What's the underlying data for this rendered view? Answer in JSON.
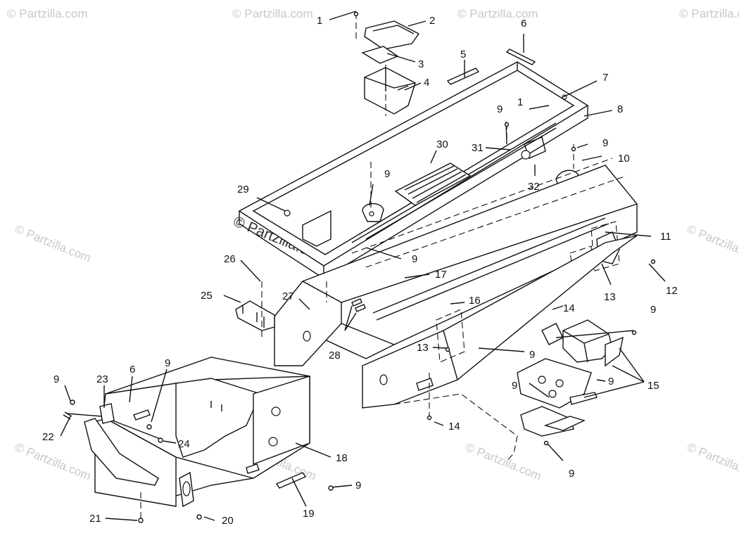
{
  "watermark": {
    "text": "© Partzilla.com",
    "center_text": "© Partzilla.com"
  },
  "callouts": {
    "c1a": "1",
    "c2": "2",
    "c3": "3",
    "c4": "4",
    "c5": "5",
    "c6a": "6",
    "c7": "7",
    "c8": "8",
    "c1b": "1",
    "c9a": "9",
    "c30": "30",
    "c31": "31",
    "c9b": "9",
    "c10": "10",
    "c9c": "9",
    "c32": "32",
    "c29": "29",
    "c11": "11",
    "c9d": "9",
    "c17": "17",
    "c26": "26",
    "c12": "12",
    "c13a": "13",
    "c25": "25",
    "c27": "27",
    "c14a": "14",
    "c16": "16",
    "c9e": "9",
    "c13b": "13",
    "c9f": "9",
    "c28": "28",
    "c15": "15",
    "c9g": "9",
    "c9h": "9",
    "c6b": "6",
    "c23": "23",
    "c9i": "9",
    "c22": "22",
    "c24": "24",
    "c14b": "14",
    "c18": "18",
    "c9j": "9",
    "c9k": "9",
    "c21": "21",
    "c20": "20",
    "c19": "19",
    "c9l": "9"
  }
}
